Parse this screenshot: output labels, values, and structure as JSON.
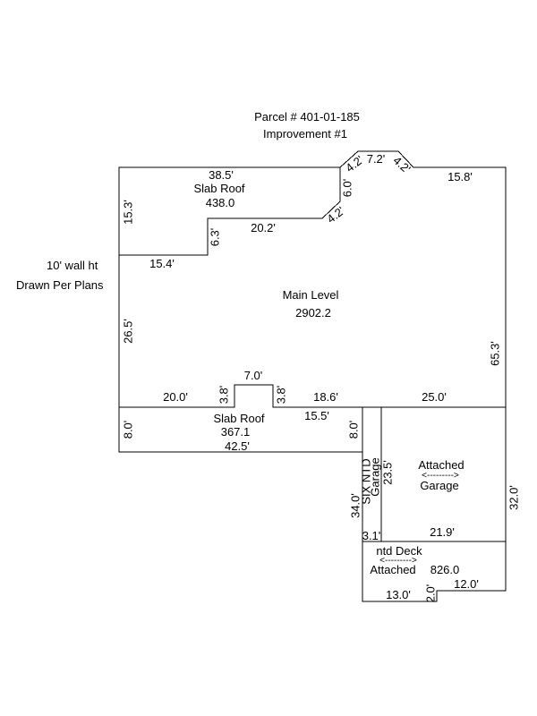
{
  "header": {
    "parcel": "Parcel # 401-01-185",
    "improvement": "Improvement #1"
  },
  "notes": {
    "wall_height": "10' wall ht",
    "drawn_per": "Drawn Per Plans"
  },
  "areas": {
    "slab_roof_top": {
      "name": "Slab Roof",
      "area": "438.0"
    },
    "main_level": {
      "name": "Main Level",
      "area": "2902.2"
    },
    "slab_roof_bottom": {
      "name": "Slab Roof",
      "area": "367.1"
    },
    "garage": {
      "name1": "Attached",
      "arrow": "<--------->",
      "name2": "Garage"
    },
    "deck": {
      "name1": "ntd Deck",
      "arrow": "<--------->",
      "name2": "Attached",
      "area": "826.0"
    },
    "strip": {
      "label1": "SIX NTD",
      "label2": "Garage"
    }
  },
  "dims": {
    "d38_5": "38.5'",
    "d15_3": "15.3'",
    "d6_3": "6.3'",
    "d20_2": "20.2'",
    "d15_4": "15.4'",
    "d4_2a": "4.2'",
    "d6_0": "6.0'",
    "d4_2b": "4.2'",
    "d7_2": "7.2'",
    "d4_2c": "4.2'",
    "d15_8": "15.8'",
    "d65_3": "65.3'",
    "d26_5": "26.5'",
    "d20_0": "20.0'",
    "d3_8a": "3.8'",
    "d7_0": "7.0'",
    "d3_8b": "3.8'",
    "d18_6": "18.6'",
    "d25_0": "25.0'",
    "d8_0a": "8.0'",
    "d8_0b": "8.0'",
    "d15_5": "15.5'",
    "d42_5": "42.5'",
    "d23_5": "23.5'",
    "d34_0": "34.0'",
    "d32_0": "32.0'",
    "d21_9": "21.9'",
    "d3_1": "3.1'",
    "d12_0": "12.0'",
    "d13_0": "13.0'",
    "d2_0": "2.0'"
  }
}
